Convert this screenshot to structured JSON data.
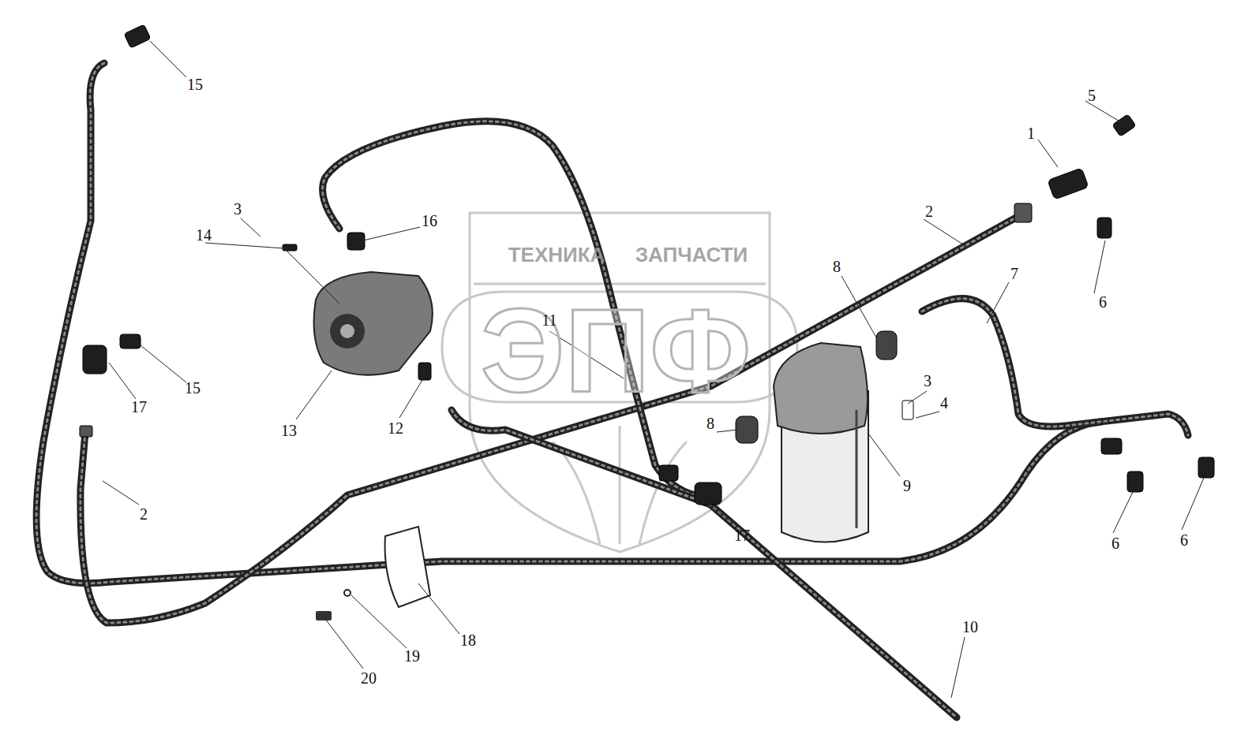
{
  "diagram": {
    "labels": [
      "15",
      "5",
      "1",
      "3",
      "16",
      "14",
      "2",
      "6",
      "8",
      "7",
      "ТЕХНИКА",
      "ЗАПЧАСТИ",
      "ЭПФ",
      "11",
      "15",
      "17",
      "3",
      "4",
      "13",
      "12",
      "8",
      "9",
      "2",
      "17",
      "6",
      "6",
      "10",
      "18",
      "19",
      "20"
    ]
  }
}
